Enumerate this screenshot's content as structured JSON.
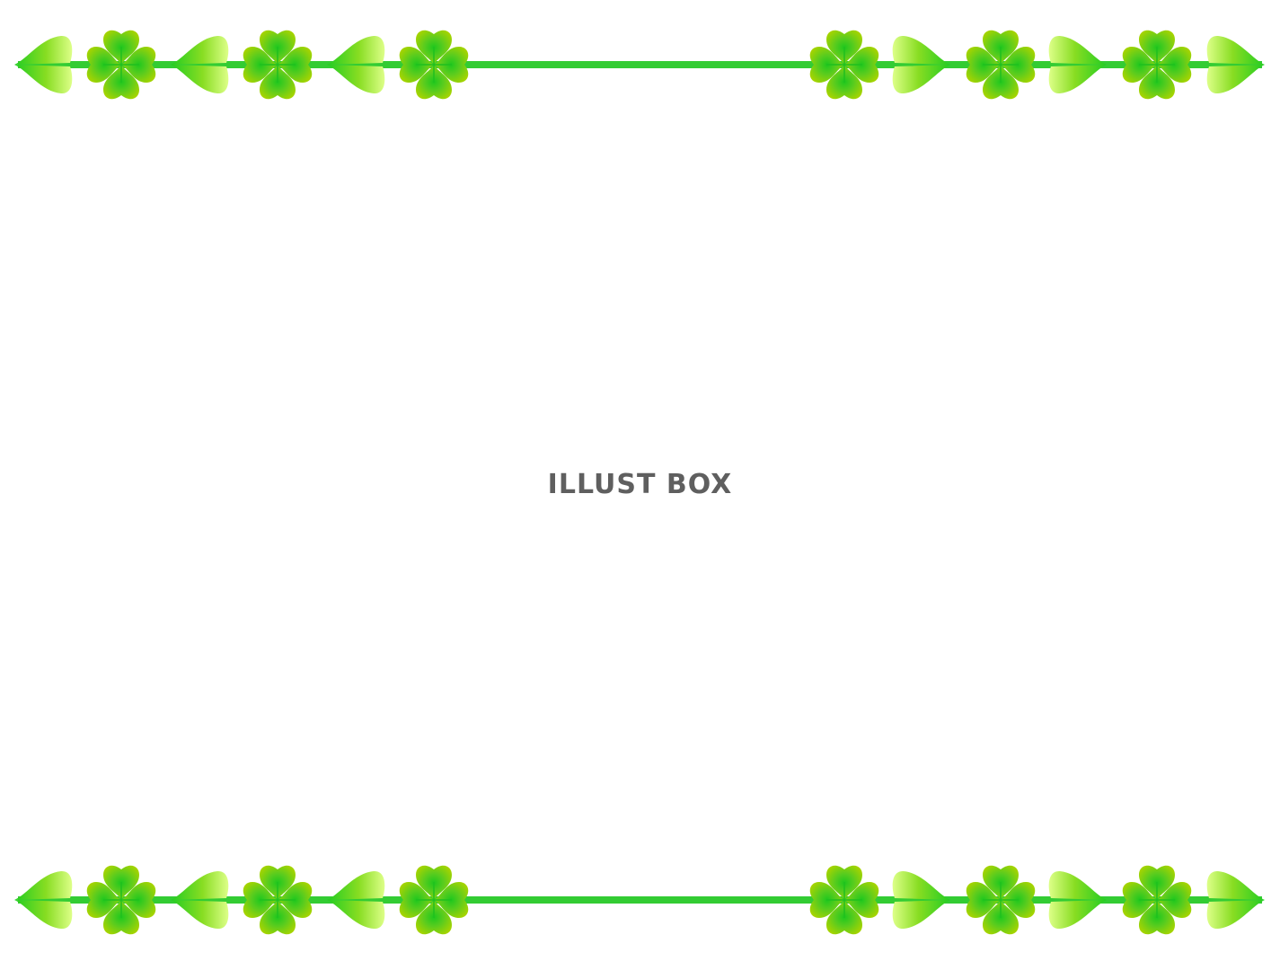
{
  "watermark": {
    "text": "ILLUST BOX"
  },
  "colors": {
    "background": "#ffffff",
    "stem": "#33cc33",
    "leaf_light": "#ccff66",
    "leaf_mid": "#88cc11",
    "leaf_dark": "#22bb22",
    "watermark": "#5f5f5f"
  },
  "decorations": {
    "top_border": {
      "motif": "clover-and-heart-leaf-vine",
      "icon": "clover-icon"
    },
    "bottom_border": {
      "motif": "clover-and-heart-leaf-vine",
      "icon": "clover-icon"
    }
  }
}
